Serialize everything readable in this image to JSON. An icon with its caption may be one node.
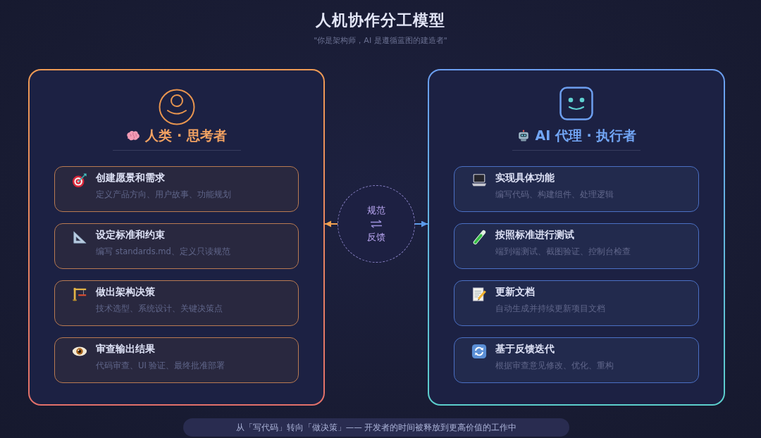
{
  "diagram": {
    "title": "人机协作分工模型",
    "nodes": [
      {
        "text": [
          "人类 · 思考者"
        ]
      },
      {
        "text": [
          "创建愿景和需求",
          "定义产品方向、用户故事、功能规划"
        ],
        "in": 0
      },
      {
        "text": [
          "设定标准和约束",
          "编写 standards.md、定义只读规范"
        ],
        "in": 0
      },
      {
        "text": [
          "做出架构决策",
          "技术选型、系统设计、关键决策点"
        ],
        "in": 0
      },
      {
        "text": [
          "审查输出结果",
          "代码审查、UI 验证、最终批准部署"
        ],
        "in": 0
      },
      {
        "text": [
          "规范",
          "反馈"
        ]
      },
      {
        "text": [
          "AI 代理 · 执行者"
        ]
      },
      {
        "text": [
          "实现具体功能",
          "编写代码、构建组件、处理逻辑"
        ],
        "in": 6
      },
      {
        "text": [
          "按照标准进行测试",
          "端到端测试、截图验证、控制台检查"
        ],
        "in": 6
      },
      {
        "text": [
          "更新文档",
          "自动生成并持续更新项目文档"
        ],
        "in": 6
      },
      {
        "text": [
          "基于反馈迭代",
          "根据审查意见修改、优化、重构"
        ],
        "in": 6
      },
      {
        "text": [
          "从「写代码」转向「做决策」—— 开发者的时间被释放到更高价值的工作中"
        ]
      }
    ],
    "edges": [
      {
        "from": 5,
        "to": 0,
        "arrow": "to",
        "color": "#f0a050"
      },
      {
        "from": 5,
        "to": 6,
        "arrow": "to",
        "color": "#5b9bea"
      }
    ],
    "labels": [
      "\"你是架构师，AI 是遵循蓝图的建造者\""
    ]
  }
}
